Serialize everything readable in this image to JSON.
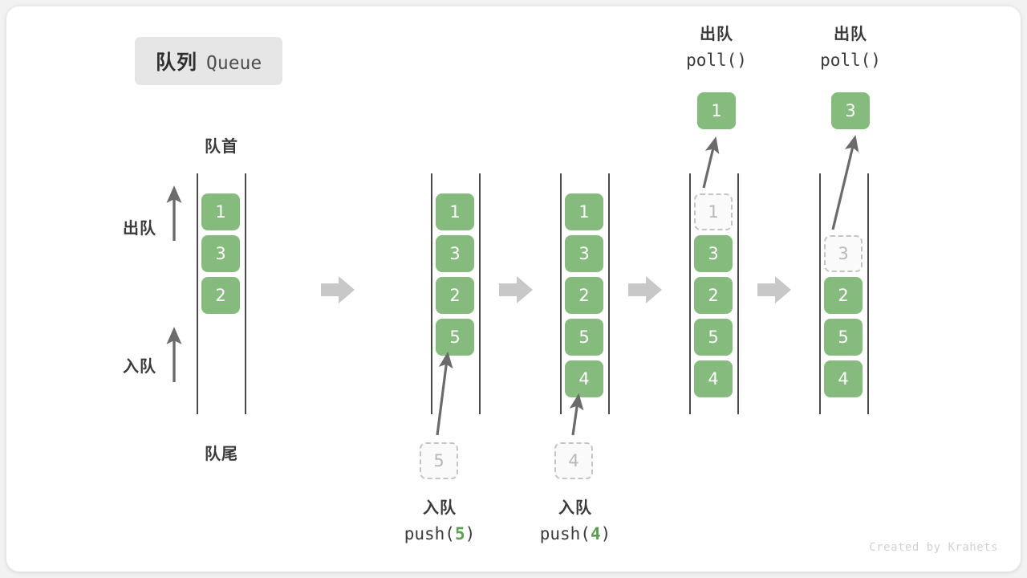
{
  "title": {
    "cn": "队列",
    "en": "Queue"
  },
  "labels": {
    "head": "队首",
    "tail": "队尾",
    "dequeue": "出队",
    "enqueue": "入队"
  },
  "credit": "Created by Krahets",
  "colors": {
    "element": "#85bb7d",
    "ghost_border": "#c4c4c4",
    "rail": "#4a4a4a",
    "arrow": "#6b6b6b",
    "flow_arrow": "#c8c8c8",
    "badge_bg": "#e6e6e6",
    "accent_number": "#59a14f"
  },
  "columns": [
    {
      "id": "initial",
      "elements": [
        "1",
        "3",
        "2"
      ],
      "ghost": null,
      "caption": null,
      "result": null
    },
    {
      "id": "after-push-5",
      "elements": [
        "1",
        "3",
        "2",
        "5"
      ],
      "ghost": {
        "value": "5",
        "position": "below"
      },
      "caption": {
        "cn": "入队",
        "code_prefix": "push(",
        "code_value": "5",
        "code_suffix": ")"
      },
      "result": null
    },
    {
      "id": "after-push-4",
      "elements": [
        "1",
        "3",
        "2",
        "5",
        "4"
      ],
      "ghost": {
        "value": "4",
        "position": "below"
      },
      "caption": {
        "cn": "入队",
        "code_prefix": "push(",
        "code_value": "4",
        "code_suffix": ")"
      },
      "result": null
    },
    {
      "id": "after-poll-1",
      "elements": [
        "3",
        "2",
        "5",
        "4"
      ],
      "ghost": {
        "value": "1",
        "position": "slot0"
      },
      "caption": null,
      "result": {
        "cn": "出队",
        "code": "poll()",
        "value": "1"
      }
    },
    {
      "id": "after-poll-3",
      "elements": [
        "2",
        "5",
        "4"
      ],
      "ghost": {
        "value": "3",
        "position": "slot1"
      },
      "caption": null,
      "result": {
        "cn": "出队",
        "code": "poll()",
        "value": "3"
      }
    }
  ],
  "flow_arrows": [
    {
      "name": "flow-arrow-1"
    },
    {
      "name": "flow-arrow-2"
    },
    {
      "name": "flow-arrow-3"
    },
    {
      "name": "flow-arrow-4"
    }
  ]
}
